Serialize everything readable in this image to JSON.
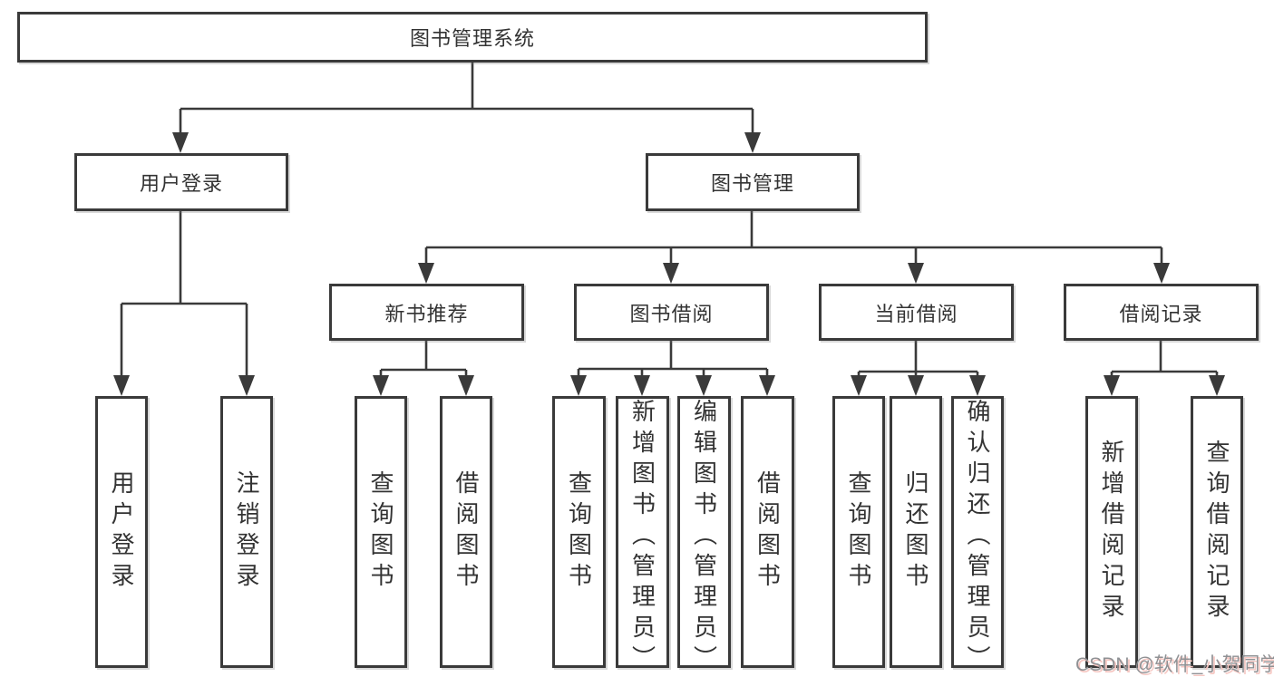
{
  "colors": {
    "line": "#3a3a3a",
    "border": "#3a3a3a",
    "text": "#333333",
    "background": "#ffffff",
    "watermark": "#8f9194",
    "watermark_shadow": "#f6c7c2"
  },
  "tree": {
    "label": "图书管理系统",
    "children": [
      {
        "label": "用户登录",
        "children": [
          {
            "label": "用户登录"
          },
          {
            "label": "注销登录"
          }
        ]
      },
      {
        "label": "图书管理",
        "children": [
          {
            "label": "新书推荐",
            "children": [
              {
                "label": "查询图书"
              },
              {
                "label": "借阅图书"
              }
            ]
          },
          {
            "label": "图书借阅",
            "children": [
              {
                "label": "查询图书"
              },
              {
                "label": "新增图书（管理员）"
              },
              {
                "label": "编辑图书（管理员）"
              },
              {
                "label": "借阅图书"
              }
            ]
          },
          {
            "label": "当前借阅",
            "children": [
              {
                "label": "查询图书"
              },
              {
                "label": "归还图书"
              },
              {
                "label": "确认归还（管理员）"
              }
            ]
          },
          {
            "label": "借阅记录",
            "children": [
              {
                "label": "新增借阅记录"
              },
              {
                "label": "查询借阅记录"
              }
            ]
          }
        ]
      }
    ]
  },
  "watermark": {
    "text": "CSDN @软件_小贺同学"
  }
}
